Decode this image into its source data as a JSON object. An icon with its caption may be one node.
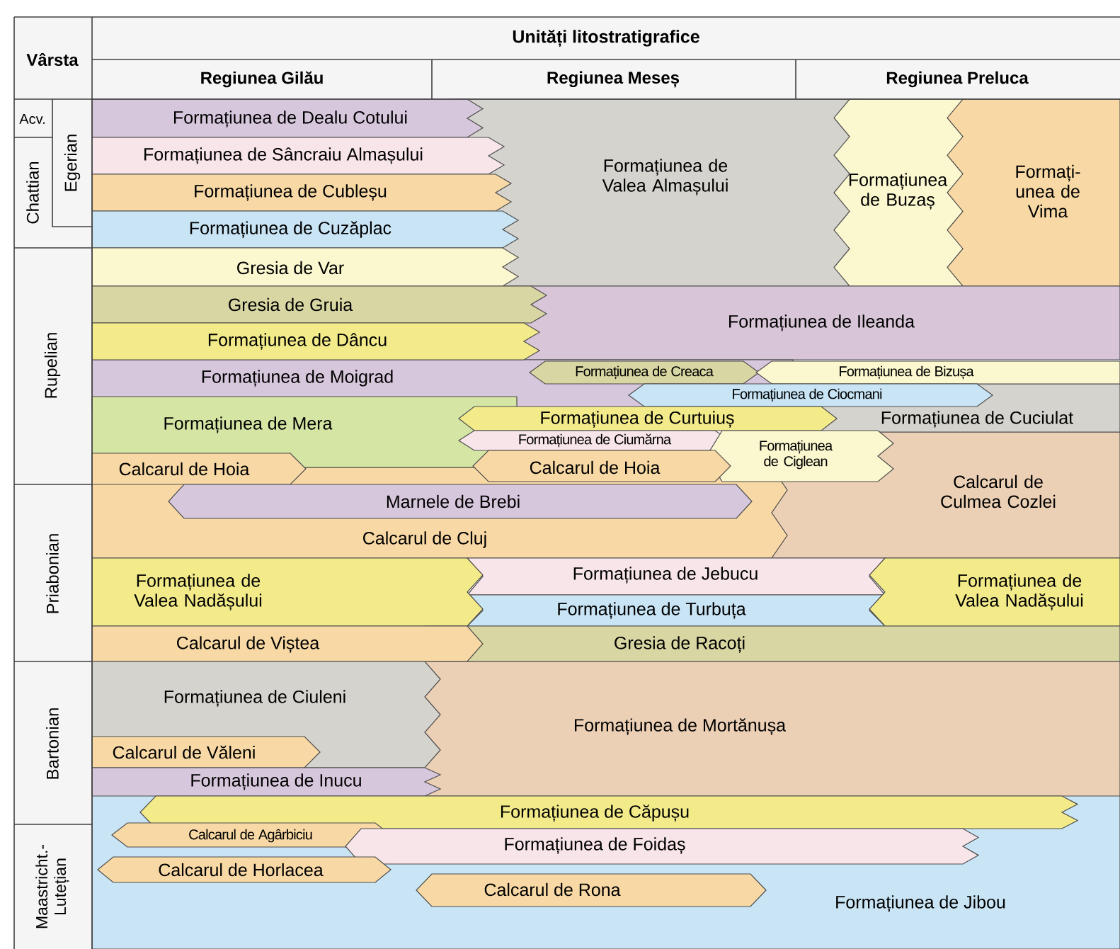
{
  "diagram": {
    "nodes": [
      {
        "text": [
          "Formațiunea de Dealu Cotului"
        ]
      },
      {
        "text": [
          "Formațiunea de Valea Almașului"
        ]
      },
      {
        "text": [
          "Formațiunea de Buzaș"
        ]
      },
      {
        "text": [
          "Formați- unea de Vima"
        ]
      },
      {
        "text": [
          "Formațiunea de Sâncraiu Almașului"
        ]
      },
      {
        "text": [
          "Formațiunea de Cubleșu"
        ]
      },
      {
        "text": [
          "Formațiunea de Cuzăplac"
        ]
      },
      {
        "text": [
          "Gresia de Var"
        ]
      },
      {
        "text": [
          "Gresia de Gruia"
        ]
      },
      {
        "text": [
          "Formațiunea de Ileanda"
        ]
      },
      {
        "text": [
          "Formațiunea de Dâncu"
        ]
      },
      {
        "text": [
          "Formațiunea de Moigrad"
        ]
      },
      {
        "text": [
          "Formațiunea de Creaca"
        ],
        "in": 11
      },
      {
        "text": [
          "Formațiunea de Bizușa"
        ]
      },
      {
        "text": [
          "Formațiunea de Ciocmani"
        ]
      },
      {
        "text": [
          "Formațiunea de Mera"
        ]
      },
      {
        "text": [
          "Formațiunea de Curtuiuș"
        ]
      },
      {
        "text": [
          "Formațiunea de Cuciulat"
        ]
      },
      {
        "text": [
          "Formațiunea de Ciumărna"
        ]
      },
      {
        "text": [
          "Formațiunea de Ciglean"
        ]
      },
      {
        "text": [
          "Calcarul de Hoia"
        ]
      },
      {
        "text": [
          "Calcarul de Hoia"
        ]
      },
      {
        "text": [
          "Calcarul de Culmea Cozlei"
        ]
      },
      {
        "text": [
          "Marnele de Brebi"
        ],
        "in": 24
      },
      {
        "text": [
          "Calcarul de Cluj"
        ]
      },
      {
        "text": [
          "Formațiunea de Valea Nadășului"
        ]
      },
      {
        "text": [
          "Formațiunea de Jebucu"
        ]
      },
      {
        "text": [
          "Formațiunea de Valea Nadășului"
        ]
      },
      {
        "text": [
          "Formațiunea de Turbuța"
        ]
      },
      {
        "text": [
          "Calcarul de Viștea"
        ]
      },
      {
        "text": [
          "Gresia de Racoți"
        ]
      },
      {
        "text": [
          "Formațiunea de Ciuleni"
        ]
      },
      {
        "text": [
          "Formațiunea de Mortănușa"
        ]
      },
      {
        "text": [
          "Calcarul de Văleni"
        ],
        "in": 31
      },
      {
        "text": [
          "Formațiunea de Inucu"
        ]
      },
      {
        "text": [
          "Formațiunea de Căpușu"
        ],
        "in": 40
      },
      {
        "text": [
          "Calcarul de Agârbiciu"
        ],
        "in": 40
      },
      {
        "text": [
          "Formațiunea de Foidaș"
        ],
        "in": 40
      },
      {
        "text": [
          "Calcarul de Horlacea"
        ],
        "in": 40
      },
      {
        "text": [
          "Calcarul de Rona"
        ],
        "in": 40
      },
      {
        "text": [
          "Formațiunea de Jibou"
        ]
      }
    ],
    "labels": [
      "Vârsta",
      "Unități litostratigrafice",
      "Regiunea Gilău",
      "Regiunea Meseș",
      "Regiunea Preluca",
      "Acv.",
      "Egerian",
      "Chattian",
      "Rupelian",
      "Priabonian",
      "Bartonian",
      "Maastricht.- Lutețian"
    ]
  }
}
